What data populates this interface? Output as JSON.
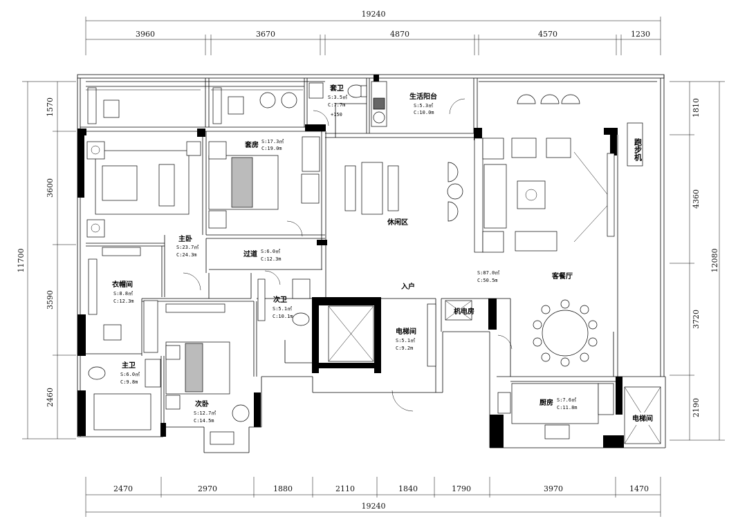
{
  "dimensions": {
    "top_total": "19240",
    "top": [
      "3960",
      "3670",
      "4870",
      "4570",
      "1230"
    ],
    "bottom_total": "19240",
    "bottom": [
      "2470",
      "2970",
      "1880",
      "2110",
      "1840",
      "1790",
      "3970",
      "1470"
    ],
    "left_total": "11700",
    "left": [
      "1570",
      "3600",
      "3590",
      "2460"
    ],
    "right_total": "12080",
    "right": [
      "1810",
      "4360",
      "3720",
      "2190"
    ]
  },
  "rooms": {
    "master_bath_suite": {
      "name": "套卫",
      "s": "S:3.5㎡",
      "c": "C:7.7m",
      "extra": "+150"
    },
    "utility_balcony": {
      "name": "生活阳台",
      "s": "S:5.3㎡",
      "c": "C:10.0m"
    },
    "suite": {
      "name": "套房",
      "s": "S:17.3㎡",
      "c": "C:19.0m"
    },
    "master": {
      "name": "主卧",
      "s": "S:23.7㎡",
      "c": "C:24.3m"
    },
    "corridor": {
      "name": "过道",
      "s": "S:6.0㎡",
      "c": "C:12.3m"
    },
    "leisure": {
      "name": "休闲区"
    },
    "living": {
      "name": "客餐厅",
      "s": "S:87.0㎡",
      "c": "C:50.5m"
    },
    "treadmill": {
      "name": "跑步机"
    },
    "cloak": {
      "name": "衣帽间",
      "s": "S:8.8㎡",
      "c": "C:12.3m"
    },
    "second_bath": {
      "name": "次卫",
      "s": "S:5.1㎡",
      "c": "C:10.1m"
    },
    "entrance": {
      "name": "入户"
    },
    "elevator_hall": {
      "name": "电梯间",
      "s": "S:5.1㎡",
      "c": "C:9.2m"
    },
    "machine_room": {
      "name": "机电房"
    },
    "master_bath": {
      "name": "主卫",
      "s": "S:6.0㎡",
      "c": "C:9.8m"
    },
    "second_bed": {
      "name": "次卧",
      "s": "S:12.7㎡",
      "c": "C:14.5m"
    },
    "kitchen": {
      "name": "厨房",
      "s": "S:7.6㎡",
      "c": "C:11.8m"
    },
    "elevator": {
      "name": "电梯间"
    }
  }
}
